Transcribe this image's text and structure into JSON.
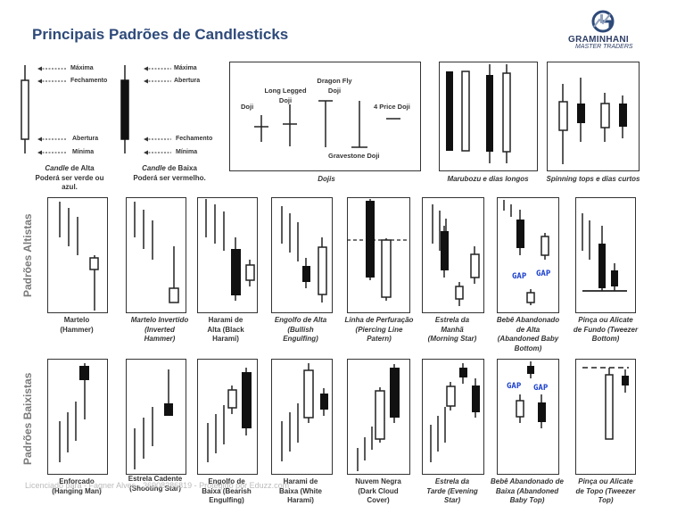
{
  "title": "Principais Padrões de Candlesticks",
  "logo": {
    "name": "GRAMINHANI",
    "tagline": "MASTER TRADERS",
    "accent": "#2e4a7a"
  },
  "anatomy": {
    "bull": {
      "top_labels": [
        "Máxima",
        "Fechamento"
      ],
      "bottom_labels": [
        "Abertura",
        "Mínima"
      ],
      "caption_italic": "Candle",
      "caption_rest": " de Alta",
      "caption_line2": "Poderá ser verde ou",
      "caption_line3": "azul."
    },
    "bear": {
      "top_labels": [
        "Máxima",
        "Abertura"
      ],
      "bottom_labels": [
        "Fechamento",
        "Mínima"
      ],
      "caption_italic": "Candle",
      "caption_rest": " de Baixa",
      "caption_line2": "Poderá ser vermelho."
    }
  },
  "dojis": {
    "labels": [
      "Doji",
      "Long Legged Doji",
      "Dragon Fly Doji",
      "Gravestone Doji",
      "4 Price Doji"
    ],
    "caption": "Dojis"
  },
  "marubozu_caption": "Marubozu e dias longos",
  "spinning_caption": "Spinning tops e dias curtos",
  "section_labels": {
    "bull": "Padrões Altistas",
    "bear": "Padrões Baixistas"
  },
  "gap_label": "GAP",
  "gap_color": "#1a3fcc",
  "bull_patterns": [
    {
      "line1": "Martelo",
      "line2": "(Hammer)",
      "line3": ""
    },
    {
      "line1": "Martelo Invertido",
      "line2": "(Inverted",
      "line3": "Hammer)"
    },
    {
      "line1": "Harami de",
      "line2": "Alta (Black",
      "line3": "Harami)"
    },
    {
      "line1": "Engolfo de Alta",
      "line2": "(Bullish",
      "line3": "Engulfing)"
    },
    {
      "line1": "Linha de Perfuração",
      "line2": "(Piercing Line",
      "line3": "Patern)"
    },
    {
      "line1": "Estrela da",
      "line2": "Manhã",
      "line3": "(Morning Star)"
    },
    {
      "line1": "Bebê Abandonado",
      "line2": "de Alta",
      "line3": "(Abandoned Baby",
      "line4": "Bottom)"
    },
    {
      "line1": "Pinça ou Alicate",
      "line2": "de Fundo (Tweezer",
      "line3": "Bottom)"
    }
  ],
  "bear_patterns": [
    {
      "line1": "Enforcado",
      "line2": "(Hanging Man)",
      "line3": ""
    },
    {
      "line1": "Estrela Cadente",
      "line2": "(Shooting Star)",
      "line3": ""
    },
    {
      "line1": "Engolfo de",
      "line2": "Baixa (Bearish",
      "line3": "Engulfing)"
    },
    {
      "line1": "Harami de",
      "line2": "Baixa (White",
      "line3": "Harami)"
    },
    {
      "line1": "Nuvem Negra",
      "line2": "(Dark Cloud",
      "line3": "Cover)"
    },
    {
      "line1": "Estrela da",
      "line2": "Tarde (Evening",
      "line3": "Star)"
    },
    {
      "line1": "Bebê Abandonado de",
      "line2": "Baixa (Abandoned",
      "line3": "Baby Top)"
    },
    {
      "line1": "Pinça ou Alicate",
      "line2": "de Topo (Tweezer",
      "line3": "Top)"
    }
  ],
  "watermark": "Licenciado para - Fagner Alves - 36908286819 - Protegido por Eduzz.com"
}
